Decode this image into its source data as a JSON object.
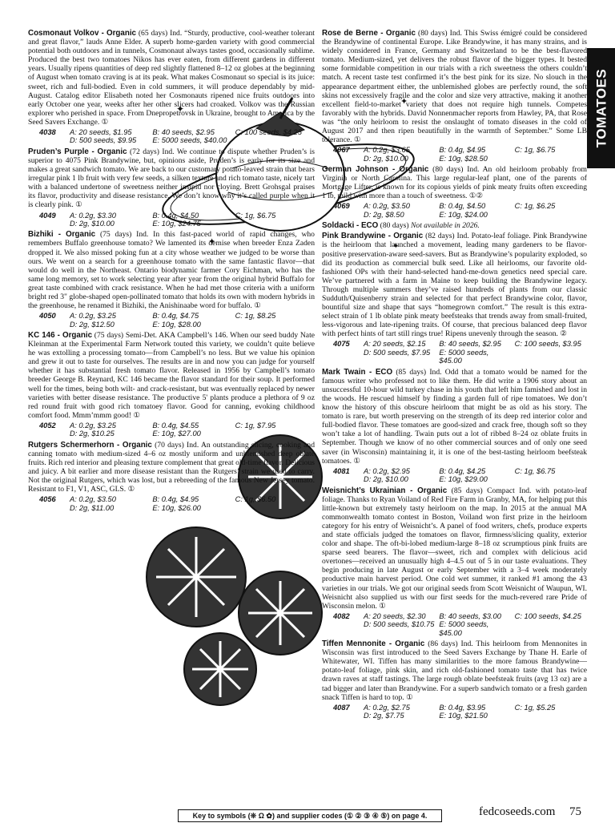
{
  "left": [
    {
      "name": "Cosmonaut Volkov - Organic",
      "meta": "(65 days) Ind.",
      "body": "“Sturdy, productive, cool-weather tolerant and great flavor,” lauds Anne Elder. A superb home-garden variety with good commercial potential both outdoors and in tunnels, Cosmonaut always tastes good, occasionally sublime. Produced the best two tomatoes Nikos has ever eaten, from different gardens in different years. Usually ripens quantities of deep red slightly flattened 8–12 oz globes at the beginning of August when tomato craving is at its peak. What makes Cosmonaut so special is its juice: sweet, rich and full-bodied. Even in cold summers, it will produce dependably by mid-August. Catalog editor Elisabeth noted her Cosmonauts ripened nice fruits outdoors into early October one year, weeks after her other slicers had croaked. Volkov was the Russian explorer who perished in space. From Dnepropetrovsk in Ukraine, brought to America by the Seed Savers Exchange. ①",
      "order": {
        "num": "4038",
        "opts": [
          "A: 20 seeds, $1.95",
          "B: 40 seeds, $2.95",
          "C: 100 seeds, $4.25",
          "D: 500 seeds, $9.95",
          "E: 5000 seeds, $40.00"
        ]
      }
    },
    {
      "name": "Pruden’s Purple - Organic",
      "meta": "(72 days) Ind.",
      "body": "We continue to dispute whether Pruden’s is superior to 4075 Pink Brandywine, but, opinions aside, Pruden’s is early for its size and makes a great sandwich tomato. We are back to our customary potato-leaved strain that bears irregular pink 1 lb fruit with very few seeds, a silken texture and rich tomato taste, nicely tart with a balanced undertone of sweetness neither insipid nor cloying. Brett Grohsgal praises its flavor, productivity and disease resistance. We don’t know why it’s called purple when it is clearly pink. ①",
      "order": {
        "num": "4049",
        "opts": [
          "A: 0.2g, $3.30",
          "B: 0.4g, $4.50",
          "C: 1g, $6.75",
          "D: 2g, $10.00",
          "E: 10g, $24.75"
        ]
      }
    },
    {
      "name": "Bizhiki - Organic",
      "meta": "(75 days) Ind.",
      "body": "In this fast-paced world of rapid changes, who remembers Buffalo greenhouse tomato? We lamented its demise when breeder Enza Zaden dropped it. We also missed poking fun at a city whose weather we judged to be worse than ours. We went on a search for a greenhouse tomato with the same fantastic flavor—that would do well in the Northeast. Ontario biodynamic farmer Cory Eichman, who has the same long memory, set to work selecting year after year from the original hybrid Buffalo for great taste combined with crack resistance. When he had met those criteria with a uniform bright red 3\" globe-shaped open-pollinated tomato that holds its own with modern hybrids in the greenhouse, he renamed it Bizhiki, the Anishinaabe word for buffalo. ①",
      "order": {
        "num": "4050",
        "opts": [
          "A: 0.2g, $3.25",
          "B: 0.4g, $4.75",
          "C: 1g, $8.25",
          "D: 2g, $12.50",
          "E: 10g, $28.00"
        ]
      }
    },
    {
      "name": "KC 146 - Organic",
      "meta": "(75 days) Semi-Det.",
      "body": "AKA Campbell’s 146. When our seed buddy Nate Kleinman at the Experimental Farm Network touted this variety, we couldn’t quite believe he was extolling a processing tomato—from Campbell’s no less. But we value his opinion and grew it out to taste for ourselves. The results are in and now you can judge for yourself whether it has substantial fresh tomato flavor. Released in 1956 by Campbell’s tomato breeder George B. Reynard, KC 146 became the flavor standard for their soup. It performed well for the times, being both wilt- and crack-resistant, but was eventually replaced by newer varieties with better disease resistance. The productive 5' plants produce a plethora of 9 oz red round fruit with good rich tomatoey flavor. Good for canning, evoking childhood comfort food. Mmm’mmm good! ①",
      "order": {
        "num": "4052",
        "opts": [
          "A: 0.2g, $3.25",
          "B: 0.4g, $4.55",
          "C: 1g, $7.95",
          "D: 2g, $10.25",
          "E: 10g, $27.00"
        ]
      }
    },
    {
      "name": "Rutgers Schermerhorn - Organic",
      "meta": "(70 days) Ind.",
      "body": "An outstanding slicing, cooking and canning tomato with medium-sized 4–6 oz mostly uniform and unblemished deep oblate fruits. Rich red interior and pleasing texture complement that great old-time flavor. Delicious and juicy. A bit earlier and more disease resistant than the Rutgers’ strain we used to carry. Not the original Rutgers, which was lost, but a rebreeding of the famous New Jersey tomato. Resistant to F1, V1, ASC, GLS. ①",
      "order": {
        "num": "4056",
        "opts": [
          "A: 0.2g, $3.50",
          "B: 0.4g, $4.95",
          "C: 1g, $6.50",
          "D: 2g, $11.00",
          "E: 10g, $26.00"
        ]
      }
    }
  ],
  "right": [
    {
      "name": "Rose de Berne - Organic",
      "meta": "(80 days) Ind.",
      "body": "This Swiss émigré could be considered the Brandywine of continental Europe. Like Brandywine, it has many strains, and is widely considered in France, Germany and Switzerland to be the best-flavored tomato. Medium-sized, yet delivers the robust flavor of the bigger types. It bested some formidable competition in our trials with a rich sweetness the others couldn’t match. A recent taste test confirmed it’s the best pink for its size. No slouch in the appearance department either, the unblemished globes are perfectly round, the soft skins not excessively fragile and the color and size very attractive, making it another excellent field-to-market variety that does not require high tunnels. Competes favorably with the hybrids. David Nonnenmacher reports from Hawley, PA, that Rose was “the only heirloom to resist the onslaught of tomato diseases in the cold of August 2017 and then ripen beautifully in the warmth of September.” Some LB tolerance. ①",
      "order": {
        "num": "4067",
        "opts": [
          "A: 0.2g, $3.65",
          "B: 0.4g, $4.95",
          "C: 1g, $6.75",
          "D: 2g, $10.00",
          "E: 10g, $28.50"
        ]
      }
    },
    {
      "name": "German Johnson - Organic",
      "meta": "(80 days) Ind.",
      "body": "An old heirloom probably from Virginia or North Carolina. This large regular-leaf plant, one of the parents of Mortgage Lifter, is known for its copious yields of pink meaty fruits often exceeding 1 lb, mild with more than a touch of sweetness. ①②",
      "order": {
        "num": "4069",
        "opts": [
          "A: 0.2g, $3.50",
          "B: 0.4g, $4.50",
          "C: 1g, $6.25",
          "D: 2g, $8.50",
          "E: 10g, $24.00"
        ]
      }
    },
    {
      "name": "Soldacki - ECO",
      "meta": "(80 days)",
      "body": "Not available in 2026.",
      "order": null
    },
    {
      "name": "Pink Brandywine - Organic",
      "meta": "(82 days) Ind.",
      "body": "Potato-leaf foliage. Pink Brandywine is the heirloom that launched a movement, leading many gardeners to be flavor-positive preservation-aware seed-savers. But as Brandywine’s popularity exploded, so did its production as commercial bulk seed. Like all heirlooms, our favorite old-fashioned OPs with their hand-selected hand-me-down genetics need special care. We’ve partnered with a farm in Maine to keep building the Brandywine legacy. Through multiple summers they’ve raised hundreds of plants from our classic Sudduth/Quisenberry strain and selected for that perfect Brandywine color, flavor, bountiful size and shape that says “homegrown comfort.” The result is this extra-select strain of 1 lb oblate pink meaty beefsteaks that trends away from small-fruited, less-vigorous and late-ripening traits. Of course, that precious balanced deep flavor with perfect hints of tart still rings true! Ripens unevenly through the season. ②",
      "order": {
        "num": "4075",
        "opts": [
          "A: 20 seeds, $2.15",
          "B: 40 seeds, $2.95",
          "C: 100 seeds, $3.95",
          "D: 500 seeds, $7.95",
          "E: 5000 seeds, $45.00"
        ]
      }
    },
    {
      "name": "Mark Twain - ECO",
      "meta": "(85 days) Ind.",
      "body": "Odd that a tomato would be named for the famous writer who professed not to like them. He did write a 1906 story about an unsuccessful 10-hour wild turkey chase in his youth that left him famished and lost in the woods. He rescued himself by finding a garden full of ripe tomatoes. We don’t know the history of this obscure heirloom that might be as old as his story. The tomato is rare, but worth preserving on the strength of its deep red interior color and full-bodied flavor. These tomatoes are good-sized and crack free, though soft so they won’t take a lot of handling. Twain puts out a lot of ribbed 8–24 oz oblate fruits in September. Though we know of no other commercial sources and of only one seed saver (in Wisconsin) maintaining it, it is one of the best-tasting heirloom beefsteak tomatoes. ①",
      "order": {
        "num": "4081",
        "opts": [
          "A: 0.2g, $2.95",
          "B: 0.4g, $4.25",
          "C: 1g, $6.75",
          "D: 2g, $10.00",
          "E: 10g, $29.00"
        ]
      }
    },
    {
      "name": "Weisnicht’s Ukrainian - Organic",
      "meta": "(85 days) Compact Ind.",
      "body": "with potato-leaf foliage. Thanks to Ryan Voiland of Red Fire Farm in Granby, MA, for helping put this little-known but extremely tasty heirloom on the map. In 2015 at the annual MA commonwealth tomato contest in Boston, Voiland won first prize in the heirloom category for his entry of Weisnicht’s. A panel of food writers, chefs, produce experts and state officials judged the tomatoes on flavor, firmness/slicing quality, exterior color and shape. The oft-bi-lobed medium-large 8–18 oz scrumptious pink fruits are sparse seed bearers. The flavor—sweet, rich and complex with delicious acid overtones—received an unusually high 4–4.5 out of 5 in our taste evaluations. They begin producing in late August or early September with a 3–4 week moderately productive main harvest period. One cold wet summer, it ranked #1 among the 43 varieties in our trials. We got our original seeds from Scott Weisnicht of Waupun, WI. Weisnicht also supplied us with our first seeds for the much-revered rare Pride of Wisconsin melon. ①",
      "order": {
        "num": "4082",
        "opts": [
          "A: 20 seeds, $2.30",
          "B: 40 seeds, $3.00",
          "C: 100 seeds, $4.25",
          "D: 500 seeds, $10.75",
          "E: 5000 seeds, $45.00"
        ]
      }
    },
    {
      "name": "Tiffen Mennonite - Organic",
      "meta": "(86 days) Ind.",
      "body": "This heirloom from Mennonites in Wisconsin was first introduced to the Seed Savers Exchange by Thane H. Earle of Whitewater, WI. Tiffen has many similarities to the more famous Brandywine—potato-leaf foliage, pink skin, and rich old-fashioned tomato taste that has twice drawn raves at staff tastings. The large rough oblate beefsteak fruits (avg 13 oz) are a tad bigger and later than Brandywine. For a superb sandwich tomato or a fresh garden snack Tiffen is hard to top. ①",
      "order": {
        "num": "4087",
        "opts": [
          "A: 0.2g, $2.75",
          "B: 0.4g, $3.95",
          "C: 1g, $5.25",
          "D: 2g, $7.75",
          "E: 10g, $21.50"
        ]
      }
    }
  ],
  "side_tab": "TOMATOES",
  "footer": {
    "key": "Key to symbols (❊ Ω ✿) and supplier codes (① ② ③ ④ ⑤) on page 4.",
    "site": "fedcoseeds.com",
    "page": "75"
  }
}
